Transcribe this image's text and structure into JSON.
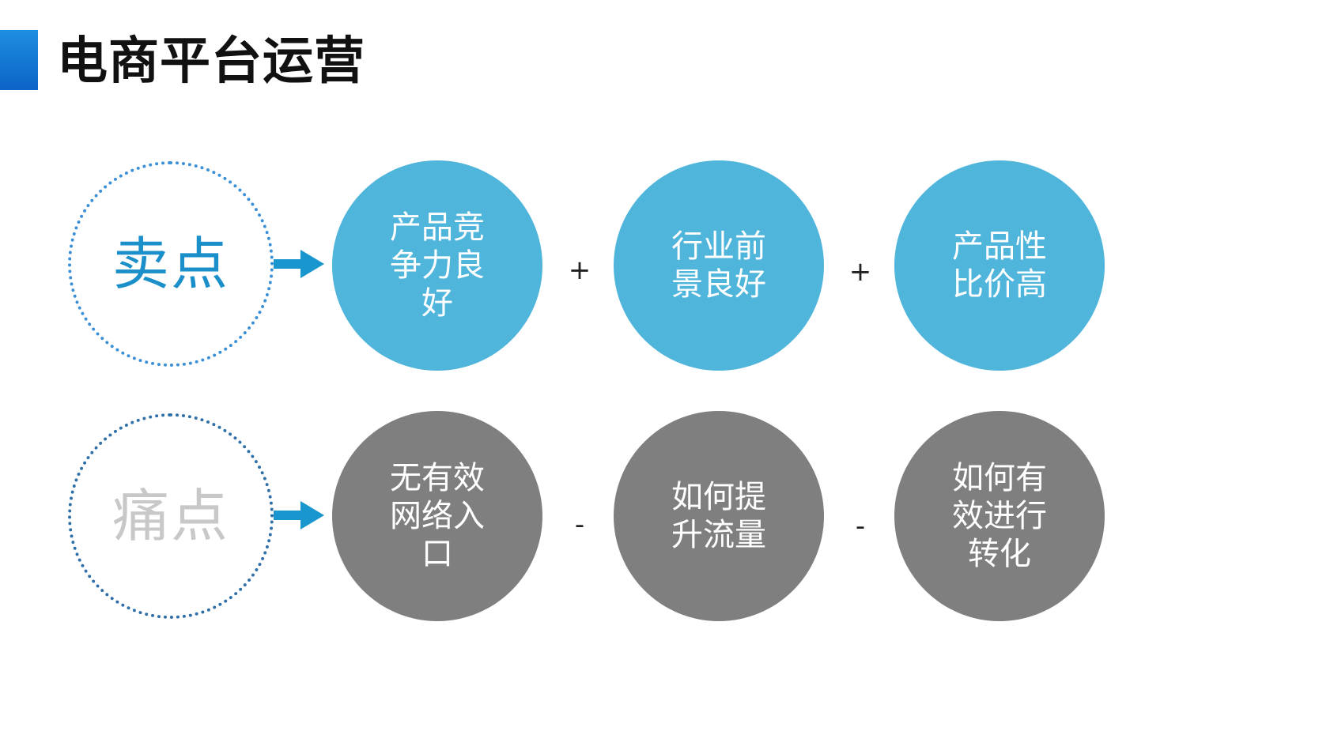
{
  "title": "电商平台运营",
  "colors": {
    "title_bar": "#0b63c6",
    "selling_label": "#1a8fc9",
    "pain_label": "#c8c8c8",
    "selling_circle": "#4fb5db",
    "pain_circle": "#7f7f7f",
    "arrow": "#1a96cf",
    "selling_ring": "#3a8fd6",
    "pain_ring": "#2f6fa8"
  },
  "rows": [
    {
      "label": "卖点",
      "circles": [
        "产品竞争力良好",
        "行业前景良好",
        "产品性比价高"
      ],
      "operators": [
        "+",
        "+"
      ]
    },
    {
      "label": "痛点",
      "circles": [
        "无有效网络入口",
        "如何提升流量",
        "如何有效进行转化"
      ],
      "operators": [
        "-",
        "-"
      ]
    }
  ]
}
